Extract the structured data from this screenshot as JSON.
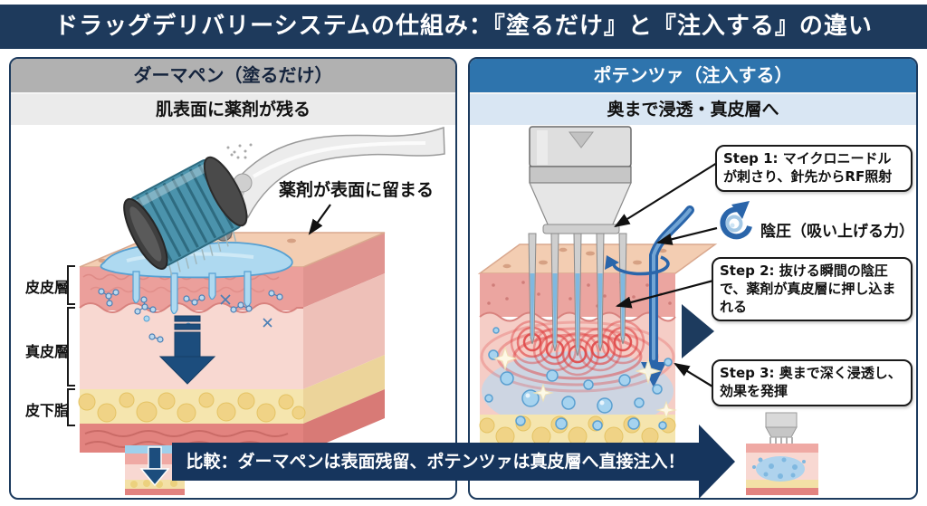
{
  "title": "ドラッグデリバリーシステムの仕組み：『塗るだけ』と『注入する』の違い",
  "left_panel": {
    "header": "ダーマペン（塗るだけ）",
    "subheader": "肌表面に薬剤が残る",
    "surface_annotation": "薬剤が表面に留まる",
    "layer_labels": [
      "皮皮層",
      "真皮層",
      "皮下脂"
    ]
  },
  "right_panel": {
    "header": "ポテンツァ（注入する）",
    "subheader": "奥まで浸透・真皮層へ",
    "step1": "Step 1: マイクロニードルが刺さり、針先からRF照射",
    "suction": "陰圧（吸い上げる力）",
    "step2": "Step 2: 抜ける瞬間の陰圧で、薬剤が真皮層に押し込まれる",
    "step3": "Step 3: 奥まで深く浸透し、効果を発揮"
  },
  "comparison_banner": "比較：ダーマペンは表面残留、ポテンツァは真皮層へ直接注入！",
  "colors": {
    "title_bg": "#1e3a5c",
    "panel_border": "#1d3b5e",
    "left_header_bg": "#b1b1b1",
    "left_subheader_bg": "#ebebeb",
    "right_header_bg": "#2e74ad",
    "right_subheader_bg": "#d9e6f3",
    "banner_bg": "#16355d",
    "rf_wave_red": "#e04848",
    "drug_blue": "#a6d3ef",
    "arrow_navy": "#1c4d7d"
  }
}
